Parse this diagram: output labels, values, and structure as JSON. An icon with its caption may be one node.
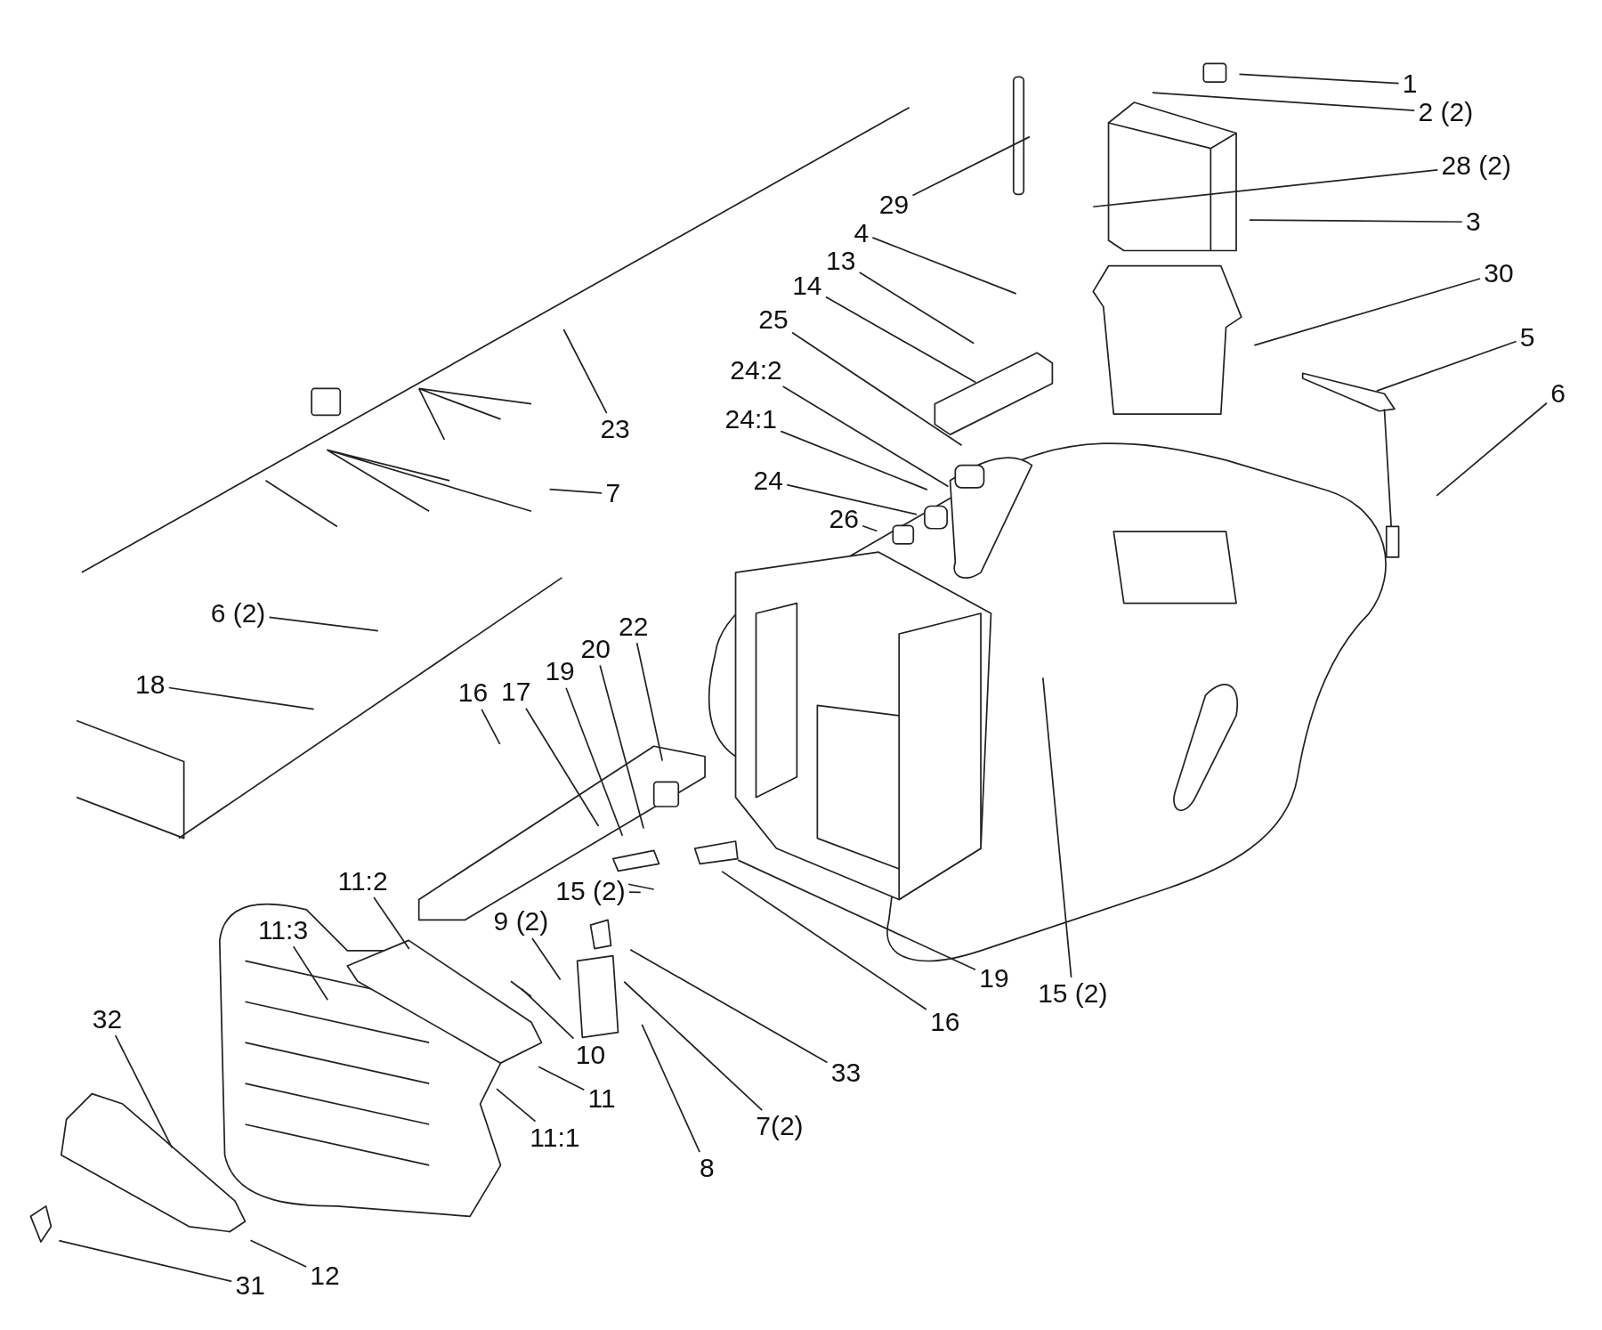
{
  "diagram": {
    "nodes": [
      {
        "text": [
          "1"
        ]
      },
      {
        "text": [
          "2 (2)"
        ]
      },
      {
        "text": [
          "28 (2)"
        ]
      },
      {
        "text": [
          "29"
        ]
      },
      {
        "text": [
          "3"
        ]
      },
      {
        "text": [
          "4"
        ]
      },
      {
        "text": [
          "13"
        ]
      },
      {
        "text": [
          "30"
        ]
      },
      {
        "text": [
          "14"
        ]
      },
      {
        "text": [
          "25"
        ]
      },
      {
        "text": [
          "5"
        ]
      },
      {
        "text": [
          "24:2"
        ]
      },
      {
        "text": [
          "6"
        ]
      },
      {
        "text": [
          "24:1"
        ]
      },
      {
        "text": [
          "23"
        ]
      },
      {
        "text": [
          "24"
        ]
      },
      {
        "text": [
          "7"
        ]
      },
      {
        "text": [
          "26"
        ]
      },
      {
        "text": [
          "6 (2)"
        ]
      },
      {
        "text": [
          "22"
        ]
      },
      {
        "text": [
          "20"
        ]
      },
      {
        "text": [
          "19"
        ]
      },
      {
        "text": [
          "18"
        ]
      },
      {
        "text": [
          "16"
        ]
      },
      {
        "text": [
          "17"
        ]
      },
      {
        "text": [
          "11:2"
        ]
      },
      {
        "text": [
          "15 (2)"
        ]
      },
      {
        "text": [
          "9 (2)"
        ]
      },
      {
        "text": [
          "11:3"
        ]
      },
      {
        "text": [
          "19"
        ]
      },
      {
        "text": [
          "15 (2)"
        ]
      },
      {
        "text": [
          "32"
        ]
      },
      {
        "text": [
          "16"
        ]
      },
      {
        "text": [
          "10"
        ]
      },
      {
        "text": [
          "33"
        ]
      },
      {
        "text": [
          "11"
        ]
      },
      {
        "text": [
          "7(2)"
        ]
      },
      {
        "text": [
          "11:1"
        ]
      },
      {
        "text": [
          "8"
        ]
      },
      {
        "text": [
          "12"
        ]
      },
      {
        "text": [
          "31"
        ]
      }
    ],
    "edges": [
      {
        "from": 0,
        "to": null,
        "arrow": "none"
      },
      {
        "from": 1,
        "to": null,
        "arrow": "none"
      },
      {
        "from": 2,
        "to": null,
        "arrow": "none"
      },
      {
        "from": 3,
        "to": null,
        "arrow": "none"
      },
      {
        "from": 4,
        "to": null,
        "arrow": "none"
      },
      {
        "from": 5,
        "to": null,
        "arrow": "none"
      },
      {
        "from": 6,
        "to": null,
        "arrow": "none"
      },
      {
        "from": 7,
        "to": null,
        "arrow": "none"
      },
      {
        "from": 8,
        "to": null,
        "arrow": "none"
      },
      {
        "from": 9,
        "to": null,
        "arrow": "none"
      },
      {
        "from": 10,
        "to": null,
        "arrow": "none"
      },
      {
        "from": 11,
        "to": null,
        "arrow": "none"
      },
      {
        "from": 12,
        "to": null,
        "arrow": "none"
      },
      {
        "from": 13,
        "to": null,
        "arrow": "none"
      },
      {
        "from": 14,
        "to": null,
        "arrow": "none"
      },
      {
        "from": 15,
        "to": null,
        "arrow": "none"
      },
      {
        "from": 16,
        "to": null,
        "arrow": "none"
      },
      {
        "from": 17,
        "to": null,
        "arrow": "none"
      },
      {
        "from": 18,
        "to": null,
        "arrow": "none"
      },
      {
        "from": 19,
        "to": null,
        "arrow": "none"
      },
      {
        "from": 20,
        "to": null,
        "arrow": "none"
      },
      {
        "from": 21,
        "to": null,
        "arrow": "none"
      },
      {
        "from": 22,
        "to": null,
        "arrow": "none"
      },
      {
        "from": 23,
        "to": null,
        "arrow": "none"
      },
      {
        "from": 24,
        "to": null,
        "arrow": "none"
      },
      {
        "from": 25,
        "to": null,
        "arrow": "none"
      },
      {
        "from": 26,
        "to": null,
        "arrow": "none"
      },
      {
        "from": 27,
        "to": null,
        "arrow": "none"
      },
      {
        "from": 28,
        "to": null,
        "arrow": "none"
      },
      {
        "from": 29,
        "to": null,
        "arrow": "none"
      },
      {
        "from": 30,
        "to": null,
        "arrow": "none"
      },
      {
        "from": 31,
        "to": null,
        "arrow": "none"
      },
      {
        "from": 32,
        "to": null,
        "arrow": "none"
      },
      {
        "from": 33,
        "to": null,
        "arrow": "none"
      },
      {
        "from": 34,
        "to": null,
        "arrow": "none"
      },
      {
        "from": 35,
        "to": null,
        "arrow": "none"
      },
      {
        "from": 36,
        "to": null,
        "arrow": "none"
      },
      {
        "from": 37,
        "to": null,
        "arrow": "none"
      },
      {
        "from": 38,
        "to": null,
        "arrow": "none"
      },
      {
        "from": 39,
        "to": null,
        "arrow": "none"
      },
      {
        "from": 40,
        "to": null,
        "arrow": "none"
      }
    ]
  }
}
